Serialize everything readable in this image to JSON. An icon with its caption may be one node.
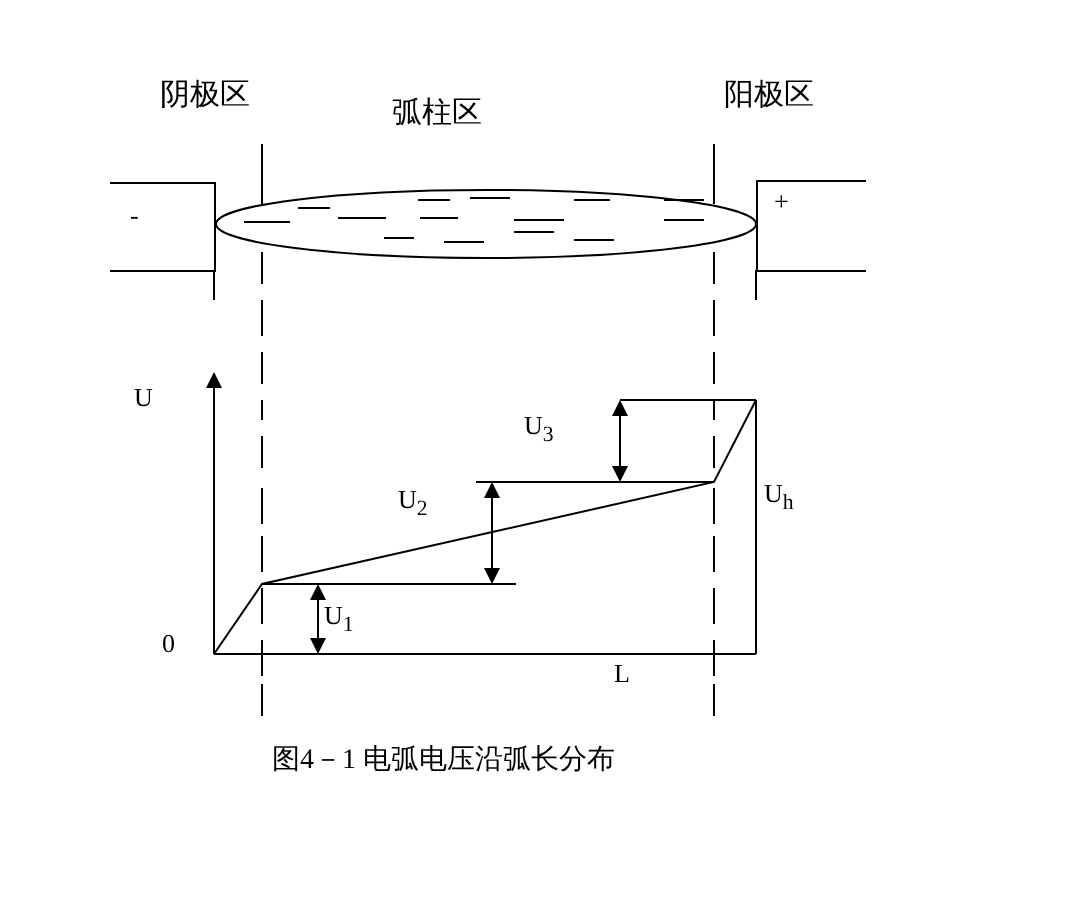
{
  "diagram": {
    "caption": "图4－1 电弧电压沿弧长分布",
    "nodes": [
      {
        "text": [
          "-"
        ]
      },
      {
        "text": [],
        "shape": "ellipse"
      },
      {
        "text": [
          "+"
        ]
      }
    ],
    "labels": [
      "阴极区",
      "弧柱区",
      "阳极区",
      "U",
      "U$_{3}$",
      "U$_{2}$",
      "U$_{h}$",
      "U$_{1}$",
      "0",
      "L"
    ]
  }
}
